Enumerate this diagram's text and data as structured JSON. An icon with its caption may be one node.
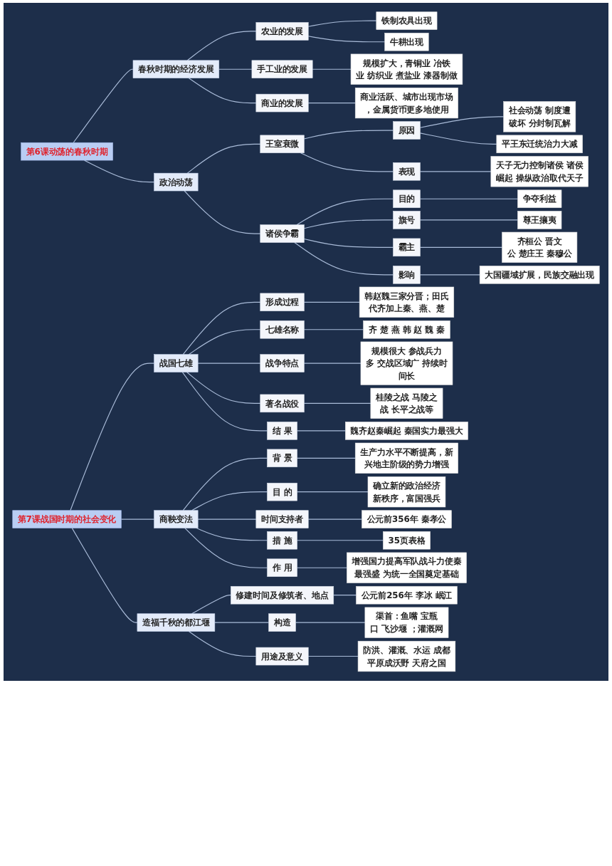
{
  "diagram": {
    "nodes": [
      {
        "text": [
          "第6课动荡的春秋时期"
        ]
      },
      {
        "text": [
          "春秋时期的经济发展"
        ]
      },
      {
        "text": [
          "农业的发展"
        ]
      },
      {
        "text": [
          "铁制农具出现"
        ]
      },
      {
        "text": [
          "牛耕出现"
        ]
      },
      {
        "text": [
          "手工业的发展"
        ]
      },
      {
        "text": [
          "规模扩大，青铜业 冶铁业 纺织业 煮盐业 漆器制做"
        ]
      },
      {
        "text": [
          "商业的发展"
        ]
      },
      {
        "text": [
          "商业活跃、城市出现市场，金属货币更多地使用"
        ]
      },
      {
        "text": [
          "政治动荡"
        ]
      },
      {
        "text": [
          "王室衰微"
        ]
      },
      {
        "text": [
          "原因"
        ]
      },
      {
        "text": [
          "社会动荡 制度遭破坏 分封制瓦解"
        ]
      },
      {
        "text": [
          "平王东迁统治力大减"
        ]
      },
      {
        "text": [
          "表现"
        ]
      },
      {
        "text": [
          "天子无力控制诸侯 诸侯崛起 操纵政治取代天子"
        ]
      },
      {
        "text": [
          "诸侯争霸"
        ]
      },
      {
        "text": [
          "目的"
        ]
      },
      {
        "text": [
          "争夺利益"
        ]
      },
      {
        "text": [
          "旗号"
        ]
      },
      {
        "text": [
          "尊王攘夷"
        ]
      },
      {
        "text": [
          "霸主"
        ]
      },
      {
        "text": [
          "齐桓公 晋文公 楚庄王 秦穆公"
        ]
      },
      {
        "text": [
          "影响"
        ]
      },
      {
        "text": [
          "大国疆域扩展，民族交融出现"
        ]
      },
      {
        "text": [
          "第7课战国时期的社会变化"
        ]
      },
      {
        "text": [
          "战国七雄"
        ]
      },
      {
        "text": [
          "形成过程"
        ]
      },
      {
        "text": [
          "韩赵魏三家分晋；田氏代齐加上秦、燕、楚"
        ]
      },
      {
        "text": [
          "七雄名称"
        ]
      },
      {
        "text": [
          "齐 楚 燕 韩 赵 魏 秦"
        ]
      },
      {
        "text": [
          "战争特点"
        ]
      },
      {
        "text": [
          "规模很大 参战兵力多 交战区域广 持续时间长"
        ]
      },
      {
        "text": [
          "著名战役"
        ]
      },
      {
        "text": [
          "桂陵之战 马陵之战 长平之战等"
        ]
      },
      {
        "text": [
          "结 果"
        ]
      },
      {
        "text": [
          "魏齐赵秦崛起 秦国实力最强大"
        ]
      },
      {
        "text": [
          "商鞅变法"
        ]
      },
      {
        "text": [
          "背 景"
        ]
      },
      {
        "text": [
          "生产力水平不断提高，新兴地主阶级的势力增强"
        ]
      },
      {
        "text": [
          "目 的"
        ]
      },
      {
        "text": [
          "确立新的政治经济新秩序，富国强兵"
        ]
      },
      {
        "text": [
          "时间支持者"
        ]
      },
      {
        "text": [
          "公元前356年 秦孝公"
        ]
      },
      {
        "text": [
          "措 施"
        ]
      },
      {
        "text": [
          "35页表格"
        ]
      },
      {
        "text": [
          "作 用"
        ]
      },
      {
        "text": [
          "增强国力提高军队战斗力使秦最强盛 为统一全国奠定基础"
        ]
      },
      {
        "text": [
          "造福千秋的都江堰"
        ]
      },
      {
        "text": [
          "修建时间及修筑者、地点"
        ]
      },
      {
        "text": [
          "公元前256年 李冰 岷江"
        ]
      },
      {
        "text": [
          "构造"
        ]
      },
      {
        "text": [
          "渠首：鱼嘴 宝瓶口 飞沙堰 ；灌溉网"
        ]
      },
      {
        "text": [
          "用途及意义"
        ]
      },
      {
        "text": [
          "防洪、灌溉、水运 成都平原成沃野 天府之国"
        ]
      }
    ],
    "edges": [
      {
        "from": 0,
        "to": 1,
        "arrow": "none"
      },
      {
        "from": 1,
        "to": 2,
        "arrow": "none"
      },
      {
        "from": 2,
        "to": 3,
        "arrow": "none"
      },
      {
        "from": 2,
        "to": 4,
        "arrow": "none"
      },
      {
        "from": 1,
        "to": 5,
        "arrow": "none"
      },
      {
        "from": 5,
        "to": 6,
        "arrow": "none"
      },
      {
        "from": 1,
        "to": 7,
        "arrow": "none"
      },
      {
        "from": 7,
        "to": 8,
        "arrow": "none"
      },
      {
        "from": 0,
        "to": 9,
        "arrow": "none"
      },
      {
        "from": 9,
        "to": 10,
        "arrow": "none"
      },
      {
        "from": 10,
        "to": 11,
        "arrow": "none"
      },
      {
        "from": 11,
        "to": 12,
        "arrow": "none"
      },
      {
        "from": 11,
        "to": 13,
        "arrow": "none"
      },
      {
        "from": 10,
        "to": 14,
        "arrow": "none"
      },
      {
        "from": 14,
        "to": 15,
        "arrow": "none"
      },
      {
        "from": 9,
        "to": 16,
        "arrow": "none"
      },
      {
        "from": 16,
        "to": 17,
        "arrow": "none"
      },
      {
        "from": 17,
        "to": 18,
        "arrow": "none"
      },
      {
        "from": 16,
        "to": 19,
        "arrow": "none"
      },
      {
        "from": 19,
        "to": 20,
        "arrow": "none"
      },
      {
        "from": 16,
        "to": 21,
        "arrow": "none"
      },
      {
        "from": 21,
        "to": 22,
        "arrow": "none"
      },
      {
        "from": 16,
        "to": 23,
        "arrow": "none"
      },
      {
        "from": 23,
        "to": 24,
        "arrow": "none"
      },
      {
        "from": 25,
        "to": 26,
        "arrow": "none"
      },
      {
        "from": 26,
        "to": 27,
        "arrow": "none"
      },
      {
        "from": 27,
        "to": 28,
        "arrow": "none"
      },
      {
        "from": 26,
        "to": 29,
        "arrow": "none"
      },
      {
        "from": 29,
        "to": 30,
        "arrow": "none"
      },
      {
        "from": 26,
        "to": 31,
        "arrow": "none"
      },
      {
        "from": 31,
        "to": 32,
        "arrow": "none"
      },
      {
        "from": 26,
        "to": 33,
        "arrow": "none"
      },
      {
        "from": 33,
        "to": 34,
        "arrow": "none"
      },
      {
        "from": 26,
        "to": 35,
        "arrow": "none"
      },
      {
        "from": 35,
        "to": 36,
        "arrow": "none"
      },
      {
        "from": 25,
        "to": 37,
        "arrow": "none"
      },
      {
        "from": 37,
        "to": 38,
        "arrow": "none"
      },
      {
        "from": 38,
        "to": 39,
        "arrow": "none"
      },
      {
        "from": 37,
        "to": 40,
        "arrow": "none"
      },
      {
        "from": 40,
        "to": 41,
        "arrow": "none"
      },
      {
        "from": 37,
        "to": 42,
        "arrow": "none"
      },
      {
        "from": 42,
        "to": 43,
        "arrow": "none"
      },
      {
        "from": 37,
        "to": 44,
        "arrow": "none"
      },
      {
        "from": 44,
        "to": 45,
        "arrow": "none"
      },
      {
        "from": 37,
        "to": 46,
        "arrow": "none"
      },
      {
        "from": 46,
        "to": 47,
        "arrow": "none"
      },
      {
        "from": 25,
        "to": 48,
        "arrow": "none"
      },
      {
        "from": 48,
        "to": 49,
        "arrow": "none"
      },
      {
        "from": 49,
        "to": 50,
        "arrow": "none"
      },
      {
        "from": 48,
        "to": 51,
        "arrow": "none"
      },
      {
        "from": 51,
        "to": 52,
        "arrow": "none"
      },
      {
        "from": 48,
        "to": 53,
        "arrow": "none"
      },
      {
        "from": 53,
        "to": 54,
        "arrow": "none"
      }
    ]
  }
}
